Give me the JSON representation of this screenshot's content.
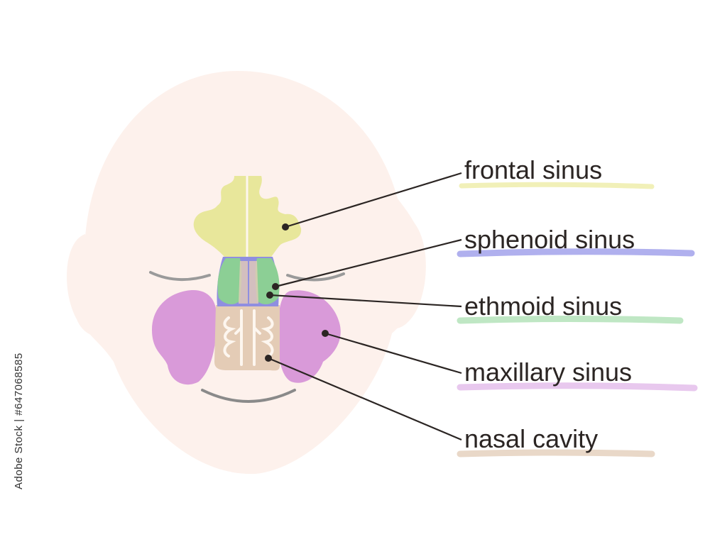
{
  "labels": {
    "frontal": "frontal sinus",
    "sphenoid": "sphenoid sinus",
    "ethmoid": "ethmoid sinus",
    "maxillary": "maxillary sinus",
    "nasal": "nasal cavity"
  },
  "colors": {
    "face": "#fdf1ec",
    "frontal": "#e8e79b",
    "sphenoid": "#8f8ee0",
    "ethmoid": "#8ccf95",
    "maxillary": "#d99ad9",
    "nasal": "#e4ccb6",
    "line": "#2b2523"
  },
  "stock_watermark": "Adobe Stock | #647068585"
}
